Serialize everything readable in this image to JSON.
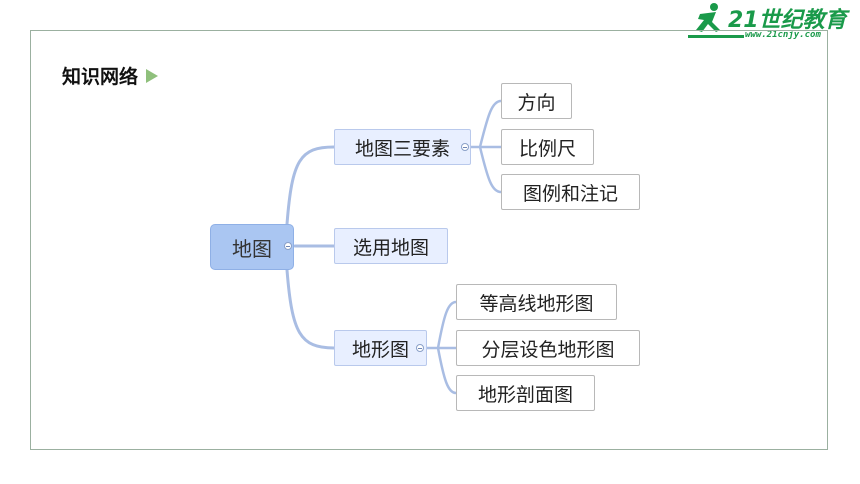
{
  "logo": {
    "brand": "21世纪教育",
    "url": "www.21cnjy.com"
  },
  "section_title": "知识网络",
  "mindmap": {
    "root": "地图",
    "branches": [
      {
        "label": "地图三要素",
        "children": [
          "方向",
          "比例尺",
          "图例和注记"
        ]
      },
      {
        "label": "选用地图",
        "children": []
      },
      {
        "label": "地形图",
        "children": [
          "等高线地形图",
          "分层设色地形图",
          "地形剖面图"
        ]
      }
    ]
  },
  "colors": {
    "root_fill": "#aac6f2",
    "branch_fill": "#e8efff",
    "connector": "#a9bde3",
    "accent_green": "#1a9a4a",
    "frame_border": "#9bb0a0"
  }
}
